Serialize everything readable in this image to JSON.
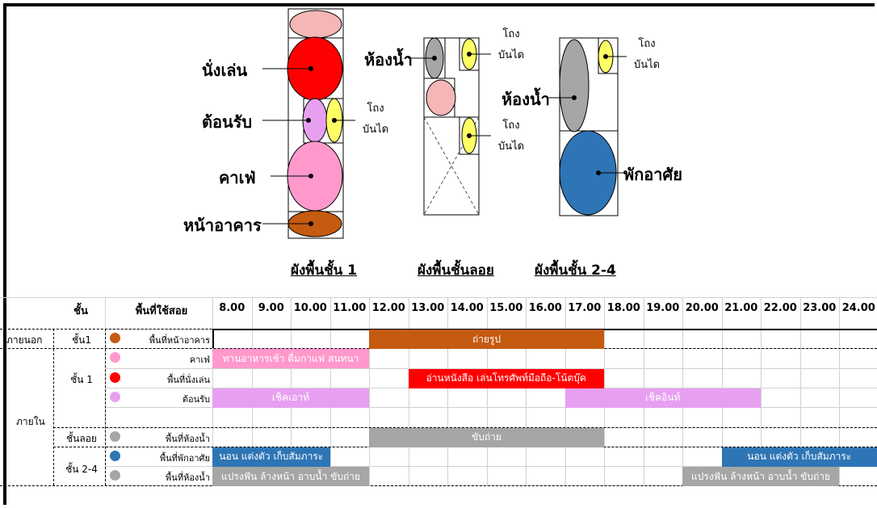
{
  "plans": {
    "titles": [
      "ผังพื้นชั้น 1",
      "ผังพื้นชั้นลอย",
      "ผังพื้นชั้น 2-4"
    ],
    "floor1": {
      "sitting": "นั่งเล่น",
      "reception": "ต้อนรับ",
      "cafe": "คาเฟ่",
      "front": "หน้าอาคาร",
      "stair": "โถง\nบันได"
    },
    "mezz": {
      "bathroom": "ห้องน้ำ",
      "stair_top": "โถง\nบันได",
      "stair_mid": "โถง\nบันได"
    },
    "upper": {
      "bathroom": "ห้องน้ำ",
      "stair": "โถง\nบันได",
      "living": "พักอาศัย"
    }
  },
  "colors": {
    "brown": "#c55a11",
    "red": "#ff0000",
    "pink": "#ff99cc",
    "lightpink": "#f4b6b6",
    "violet": "#e7a0f0",
    "gray": "#a6a6a6",
    "blue": "#2e75b6",
    "yellow": "#ffff66"
  },
  "table": {
    "col_headers": [
      "ชั้น",
      "พื้นที่ใช้สอย"
    ],
    "hours": [
      "8.00",
      "9.00",
      "10.00",
      "11.00",
      "12.00",
      "13.00",
      "14.00",
      "15.00",
      "16.00",
      "17.00",
      "18.00",
      "19.00",
      "20.00",
      "21.00",
      "22.00",
      "23.00",
      "24.00"
    ],
    "zones": [
      "ภายนอก",
      "ภายใน"
    ],
    "floors": [
      "ชั้น1",
      "ชั้น 1",
      "ชั้นลอย",
      "ชั้น 2-4"
    ],
    "rows": [
      {
        "area": "พื้นที่หน้าอาคาร",
        "color": "#c55a11"
      },
      {
        "area": "คาเฟ่",
        "color": "#ff99cc"
      },
      {
        "area": "พื้นที่นั่งเล่น",
        "color": "#ff0000"
      },
      {
        "area": "ต้อนรับ",
        "color": "#e7a0f0"
      },
      {
        "area": "",
        "color": ""
      },
      {
        "area": "พื้นที่ห้องน้ำ",
        "color": "#a6a6a6"
      },
      {
        "area": "พื้นที่พักอาศัย",
        "color": "#2e75b6"
      },
      {
        "area": "พื้นที่ห้องน้ำ",
        "color": "#a6a6a6"
      }
    ],
    "activities": [
      {
        "row": 0,
        "start": 12,
        "end": 18,
        "label": "ถ่ายรูป",
        "color": "#c55a11"
      },
      {
        "row": 1,
        "start": 8,
        "end": 12,
        "label": "ทานอาหารเช้า ดื่มกาแฟ สนทนา",
        "color": "#ff99cc"
      },
      {
        "row": 2,
        "start": 13,
        "end": 18,
        "label": "อ่านหนังสือ เล่นโทรศัพท์มือถือ-โน้ตบุ๊ค",
        "color": "#ff0000"
      },
      {
        "row": 3,
        "start": 8,
        "end": 12,
        "label": "เช็คเอาท์",
        "color": "#e7a0f0"
      },
      {
        "row": 3,
        "start": 17,
        "end": 22,
        "label": "เช็คอินท์",
        "color": "#e7a0f0"
      },
      {
        "row": 5,
        "start": 12,
        "end": 18,
        "label": "ขับถ่าย",
        "color": "#a6a6a6"
      },
      {
        "row": 6,
        "start": 8,
        "end": 11,
        "label": "นอน แต่งตัว เก็บสัมภาระ",
        "color": "#2e75b6"
      },
      {
        "row": 6,
        "start": 21,
        "end": 25,
        "label": "นอน แต่งตัว เก็บสัมภาระ",
        "color": "#2e75b6"
      },
      {
        "row": 7,
        "start": 8,
        "end": 12,
        "label": "แปรงฟัน ล้างหน้า อาบน้ำ ขับถ่าย",
        "color": "#a6a6a6"
      },
      {
        "row": 7,
        "start": 20,
        "end": 24,
        "label": "แปรงฟัน ล้างหน้า อาบน้ำ ขับถ่าย",
        "color": "#a6a6a6"
      }
    ]
  }
}
